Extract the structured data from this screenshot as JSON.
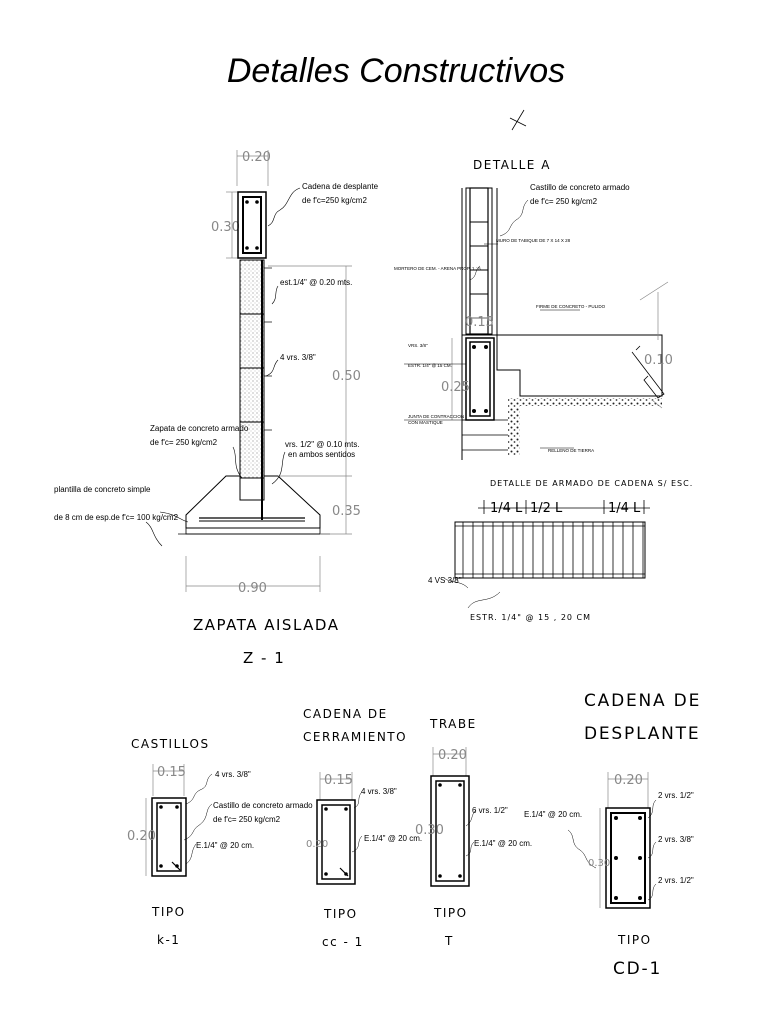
{
  "title": "Detalles Constructivos",
  "zapata": {
    "title": "ZAPATA AISLADA",
    "code": "Z - 1",
    "dim_top": "0.20",
    "dim_cadena": "0.30",
    "dim_muro": "0.50",
    "dim_zapata": "0.35",
    "dim_base": "0.90",
    "note_cadena_1": "Cadena de desplante",
    "note_cadena_2": "de f'c=250 kg/cm2",
    "note_est": "est.1/4\" @ 0.20 mts.",
    "note_vrs": "4 vrs. 3/8\"",
    "note_zap_1": "Zapata de concreto armado",
    "note_zap_2": "de f'c= 250 kg/cm2",
    "note_vrs_amb_1": "vrs. 1/2\" @ 0.10 mts.",
    "note_vrs_amb_2": "en ambos sentidos",
    "note_plant_1": "plantilla de concreto simple",
    "note_plant_2": "de 8 cm de esp.de f'c= 100 kg/cm2"
  },
  "detalle_a": {
    "title": "DETALLE A",
    "note_cast_1": "Castillo de concreto armado",
    "note_cast_2": "de f'c= 250 kg/cm2",
    "dim_015": "0.15",
    "dim_025": "0.25",
    "dim_010": "0.10",
    "note_muro": "MURO DE TABIQUE DE 7 X 14 X 28",
    "note_mortero": "MORTERO DE CEM. - ARENA PROP. 1 : 5",
    "note_firme": "FIRME DE CONCRETO - PULIDO",
    "note_varilla": "VRS. 3/8\"",
    "note_estr": "ESTR. 1/4\" @ 15 CM.",
    "note_junta_1": "JUNTA DE CONTRACCION",
    "note_junta_2": "CON MASTIQUE",
    "note_relleno": "RELLENO DE TIERRA"
  },
  "armado": {
    "title": "DETALLE DE ARMADO DE CADENA   S/ ESC.",
    "seg_1": "1/4 L",
    "seg_2": "1/2 L",
    "seg_3": "1/4 L",
    "note_vrs": "4 VS 3/8\"",
    "note_estr": "ESTR. 1/4\" @ 15 , 20 CM"
  },
  "castillos": {
    "heading": "CASTILLOS",
    "dim_w": "0.15",
    "dim_h": "0.20",
    "note_vrs": "4 vrs. 3/8\"",
    "note_cast_1": "Castillo de concreto armado",
    "note_cast_2": "de f'c= 250 kg/cm2",
    "note_e": "E.1/4\" @ 20 cm.",
    "tipo": "TIPO",
    "code": "k-1"
  },
  "cerramiento": {
    "heading_1": "CADENA DE",
    "heading_2": "CERRAMIENTO",
    "dim_w": "0.15",
    "dim_h": "0.20",
    "note_vrs": "4 vrs. 3/8\"",
    "note_e": "E.1/4\" @ 20 cm.",
    "tipo": "TIPO",
    "code": "cc - 1"
  },
  "trabe": {
    "heading": "TRABE",
    "dim_w": "0.20",
    "dim_h": "0.30",
    "note_vrs": "6 vrs. 1/2\"",
    "note_e": "E.1/4\" @ 20 cm.",
    "tipo": "TIPO",
    "code": "T"
  },
  "desplante": {
    "heading_1": "CADENA DE",
    "heading_2": "DESPLANTE",
    "dim_w": "0.20",
    "dim_h": "0.30",
    "note_e": "E.1/4\" @ 20 cm.",
    "note_vrs_1": "2 vrs. 1/2\"",
    "note_vrs_2": "2 vrs. 3/8\"",
    "note_vrs_3": "2 vrs. 1/2\"",
    "tipo": "TIPO",
    "code": "CD-1"
  }
}
